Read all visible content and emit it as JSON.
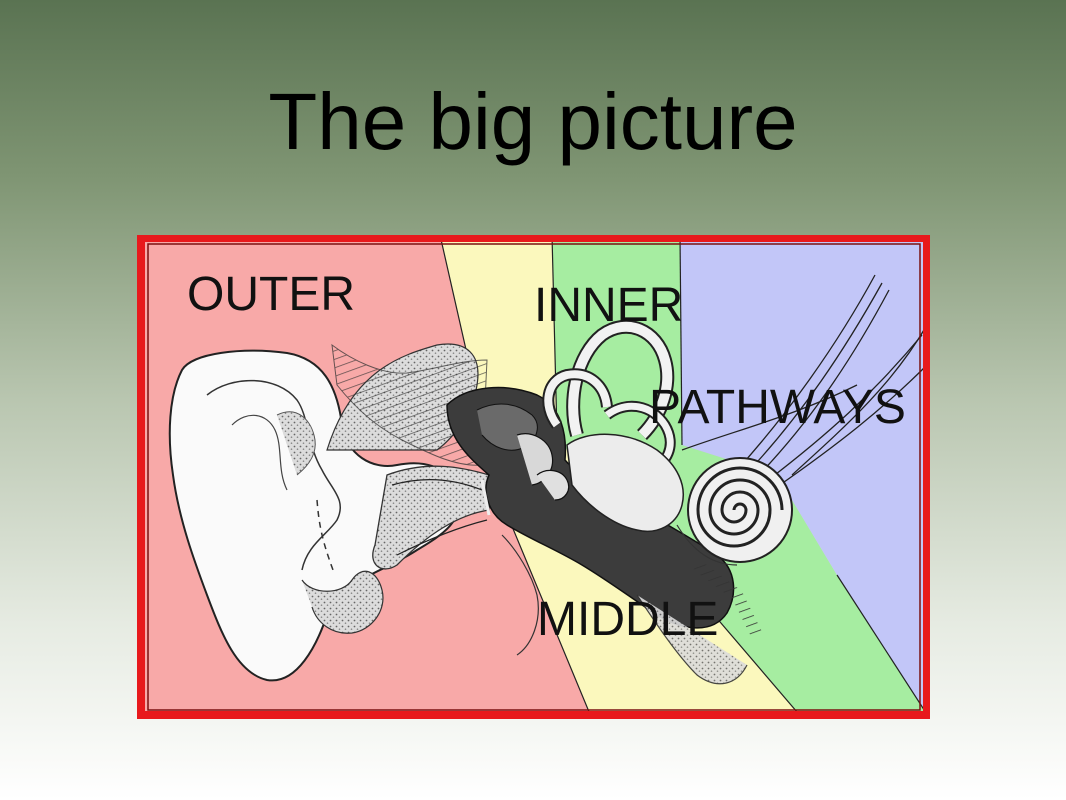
{
  "slide": {
    "title": "The big picture"
  },
  "diagram": {
    "labels": {
      "outer": "OUTER",
      "inner": "INNER",
      "pathways": "PATHWAYS",
      "middle": "MIDDLE"
    },
    "colors": {
      "frame": "#e8191c",
      "outer_region": "#f8a9a8",
      "middle_region": "#fbf8bd",
      "inner_region": "#a6eda1",
      "pathways_region": "#c2c6f8"
    }
  }
}
